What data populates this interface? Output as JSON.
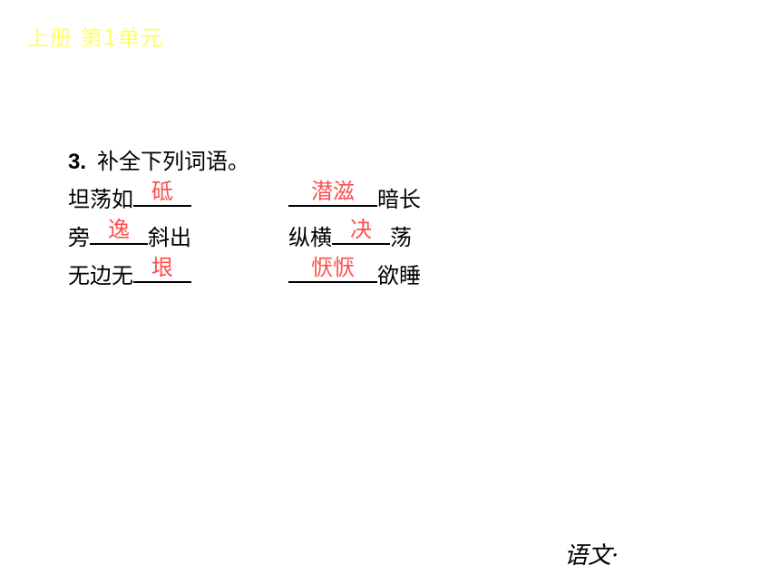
{
  "header": {
    "title": "上册  第1单元"
  },
  "question": {
    "number": "3",
    "dot": ".",
    "prompt": "补全下列词语。"
  },
  "left_items": [
    {
      "before": "坦荡如",
      "answer": "砥",
      "after": ""
    },
    {
      "before": "旁",
      "answer": "逸",
      "after": "斜出"
    },
    {
      "before": "无边无",
      "answer": "垠",
      "after": ""
    }
  ],
  "right_items": [
    {
      "before": "",
      "answer": "潜滋",
      "after": "暗长"
    },
    {
      "before": "纵横",
      "answer": "决",
      "after": "荡"
    },
    {
      "before": "",
      "answer": "恹恹",
      "after": "欲睡"
    }
  ],
  "footer": {
    "subject": "语文·"
  },
  "colors": {
    "header": "#ffff66",
    "answer": "#ff4d4d",
    "text": "#000000"
  }
}
